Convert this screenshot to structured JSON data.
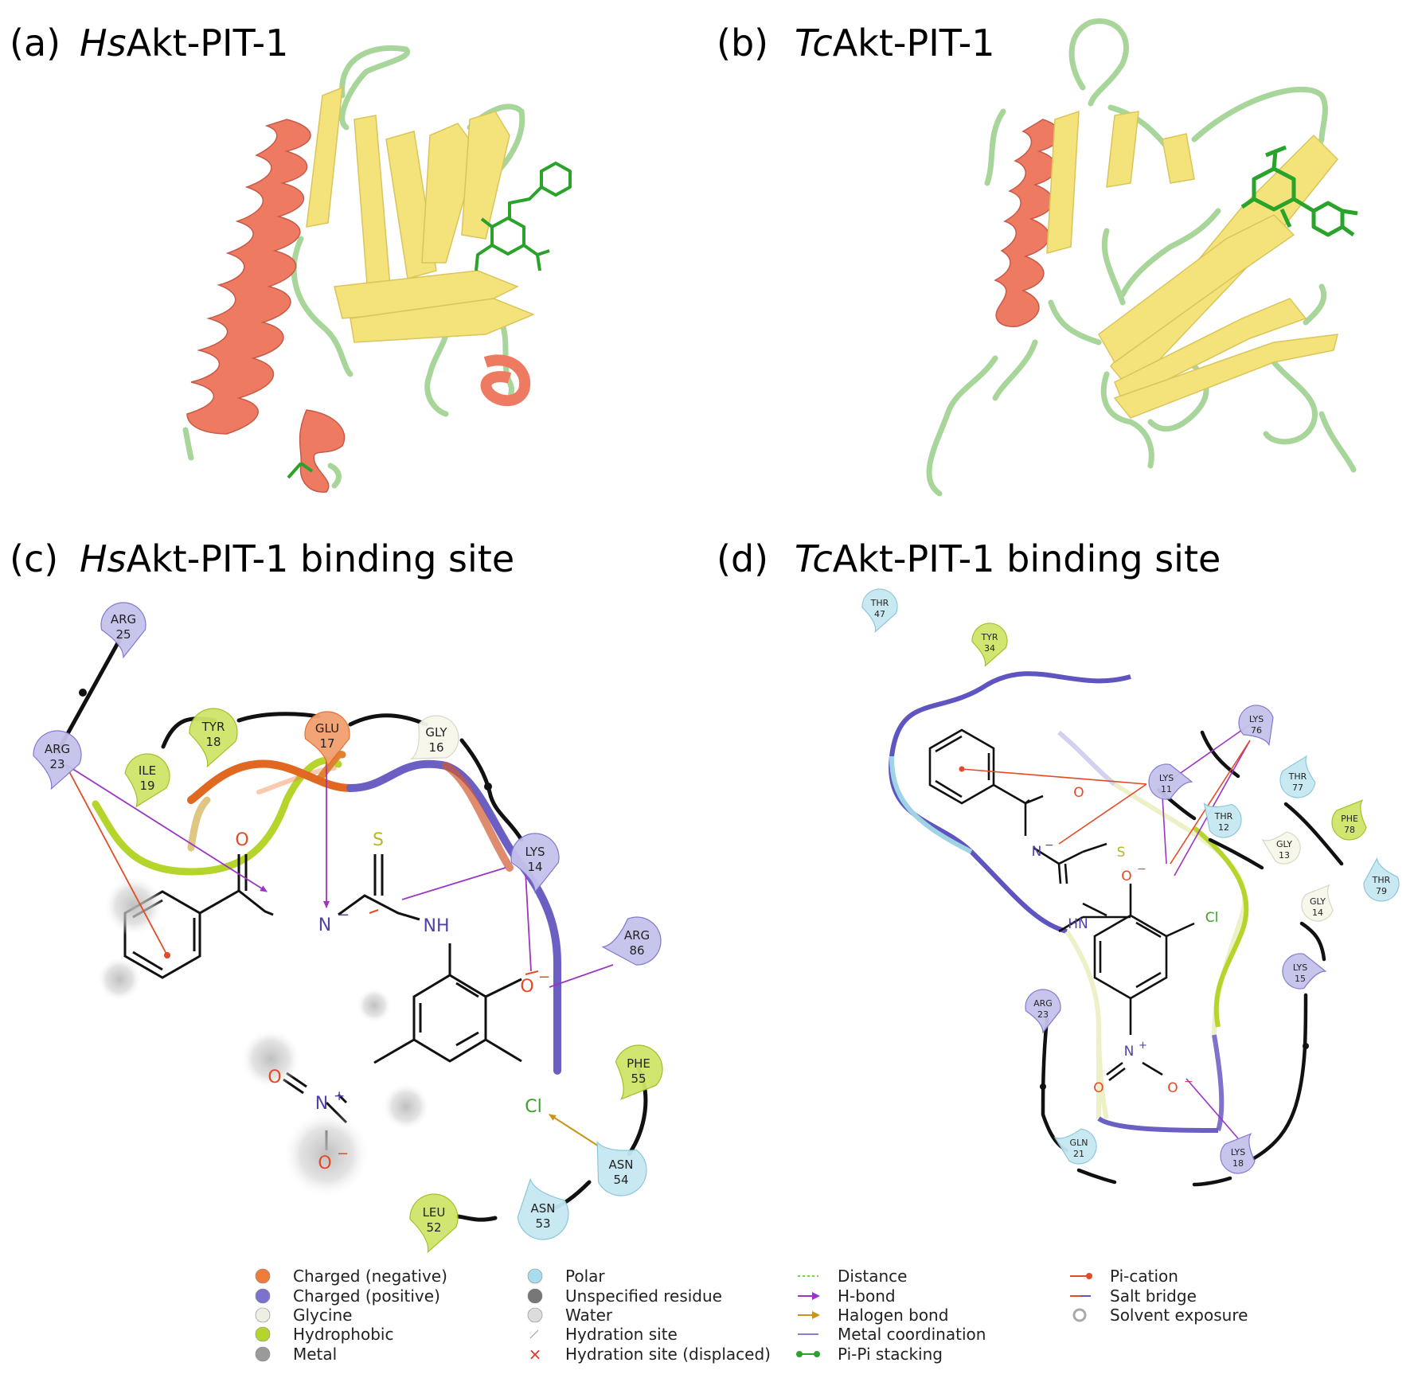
{
  "panels": {
    "a": {
      "letter": "(a)",
      "species": "Hs",
      "rest": "Akt-PIT-1"
    },
    "b": {
      "letter": "(b)",
      "species": "Tc",
      "rest": "Akt-PIT-1"
    },
    "c": {
      "letter": "(c)",
      "species": "Hs",
      "rest": "Akt-PIT-1 binding site"
    },
    "d": {
      "letter": "(d)",
      "species": "Tc",
      "rest": "Akt-PIT-1 binding site"
    }
  },
  "residues_c": [
    {
      "name": "ARG",
      "num": "25"
    },
    {
      "name": "ARG",
      "num": "23"
    },
    {
      "name": "TYR",
      "num": "18"
    },
    {
      "name": "ILE",
      "num": "19"
    },
    {
      "name": "GLU",
      "num": "17"
    },
    {
      "name": "GLY",
      "num": "16"
    },
    {
      "name": "LYS",
      "num": "14"
    },
    {
      "name": "ARG",
      "num": "86"
    },
    {
      "name": "PHE",
      "num": "55"
    },
    {
      "name": "ASN",
      "num": "54"
    },
    {
      "name": "ASN",
      "num": "53"
    },
    {
      "name": "LEU",
      "num": "52"
    }
  ],
  "residues_d": [
    {
      "name": "THR",
      "num": "47"
    },
    {
      "name": "TYR",
      "num": "34"
    },
    {
      "name": "LYS",
      "num": "76"
    },
    {
      "name": "LYS",
      "num": "11"
    },
    {
      "name": "THR",
      "num": "77"
    },
    {
      "name": "THR",
      "num": "12"
    },
    {
      "name": "GLY",
      "num": "13"
    },
    {
      "name": "PHE",
      "num": "78"
    },
    {
      "name": "THR",
      "num": "79"
    },
    {
      "name": "GLY",
      "num": "14"
    },
    {
      "name": "LYS",
      "num": "15"
    },
    {
      "name": "ARG",
      "num": "23"
    },
    {
      "name": "GLN",
      "num": "21"
    },
    {
      "name": "LYS",
      "num": "18"
    }
  ],
  "atoms": {
    "O": "O",
    "S": "S",
    "N_minus": "N",
    "minus": "−",
    "NH": "NH",
    "HN": "HN",
    "O_minus": "O",
    "Cl": "Cl",
    "N_plus": "N",
    "plus": "+"
  },
  "legend": [
    [
      "Charged (negative)",
      "Charged (positive)",
      "Glycine",
      "Hydrophobic",
      "Metal"
    ],
    [
      "Polar",
      "Unspecified residue",
      "Water",
      "Hydration site",
      "Hydration site (displaced)"
    ],
    [
      "Distance",
      "H-bond",
      "Halogen bond",
      "Metal coordination",
      "Pi-Pi stacking"
    ],
    [
      "Pi-cation",
      "Salt bridge",
      "Solvent exposure"
    ]
  ],
  "colors": {
    "negative": "#f07a3a",
    "positive": "#7b72cc",
    "glycine": "#f5f5e8",
    "hydrophobic": "#b5d42c",
    "polar": "#a9dcec",
    "helix": "#ee7a62",
    "sheet": "#f5e57a",
    "coil": "#a8d69a",
    "ligand": "#2aa32a",
    "hbond": "#9b35c2",
    "halogen": "#c8941c",
    "picat": "#e34a26"
  }
}
